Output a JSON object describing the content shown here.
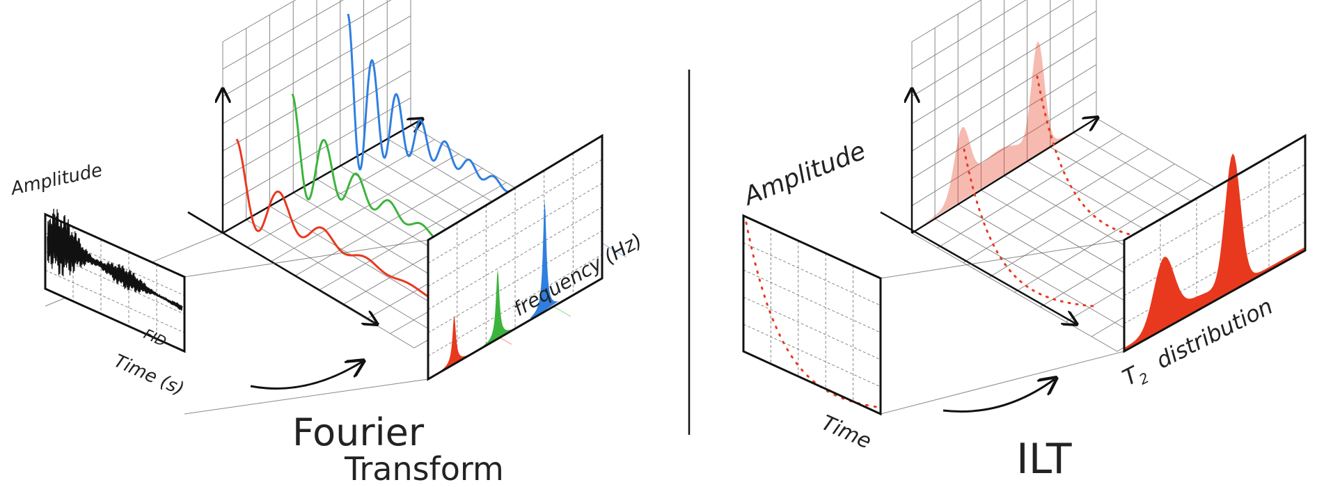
{
  "left_panel": {
    "fid_axis_label": "Amplitude",
    "fid_label": "FID",
    "time_label": "Time (s)",
    "transform_label_line1": "Fourier",
    "transform_label_line2": "Transform",
    "frequency_label": "frequency (Hz)",
    "colors": {
      "red": "#e8391e",
      "green": "#3cb43c",
      "blue": "#2f7fe0",
      "ink": "#111111"
    }
  },
  "right_panel": {
    "amplitude_label": "Amplitude",
    "time_label": "Time",
    "transform_label": "ILT",
    "distribution_label_prefix": "T",
    "distribution_label_sub": "2",
    "distribution_label": "distribution",
    "colors": {
      "red": "#e8391e",
      "ink": "#111111"
    }
  }
}
